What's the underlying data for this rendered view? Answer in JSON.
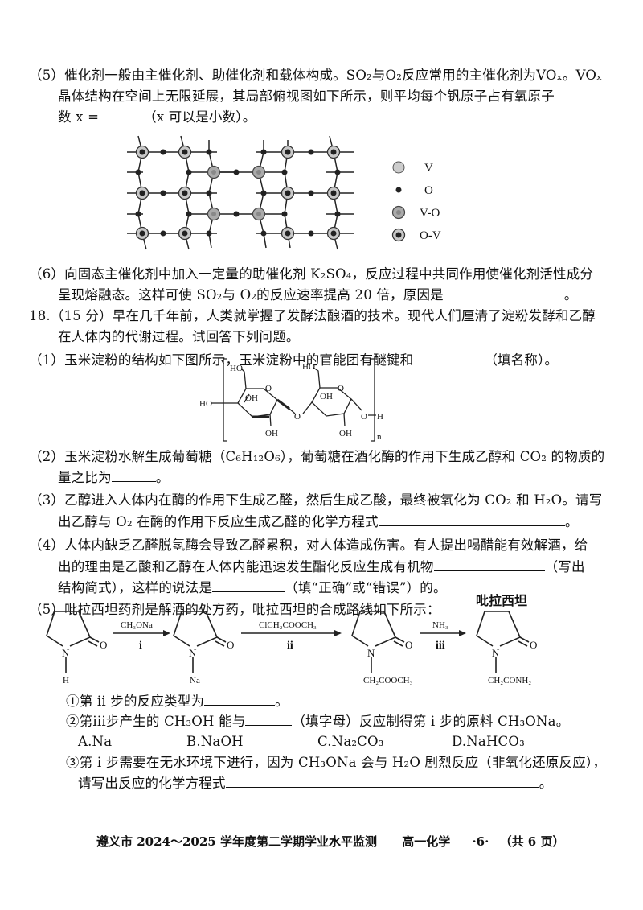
{
  "q17": {
    "p5": {
      "num": "（5）",
      "line1": "催化剂一般由主催化剂、助催化剂和载体构成。SO₂与O₂反应常用的主催化剂为VOₓ。VOₓ",
      "line2": "晶体结构在空间上无限延展，其局部俯视图如下所示，则平均每个钒原子占有氧原子",
      "line3a": "数 x =",
      "line3b": "（x 可以是小数）。"
    },
    "legend": [
      {
        "label": "V",
        "icon": "vanadium-atom"
      },
      {
        "label": "O",
        "icon": "oxygen-atom"
      },
      {
        "label": "V-O",
        "icon": "v-o-overlap"
      },
      {
        "label": "O-V",
        "icon": "o-v-overlap"
      }
    ],
    "p6": {
      "num": "（6）",
      "line1": "向固态主催化剂中加入一定量的助催化剂 K₂SO₄，反应过程中共同作用使催化剂活性成分",
      "line2a": "呈现熔融态。这样可使 SO₂与 O₂的反应速率提高 20 倍，原因是",
      "line2b": "。"
    }
  },
  "q18": {
    "head1": "18.（15 分）早在几千年前，人类就掌握了发酵法酿酒的技术。现代人们厘清了淀粉发酵和乙醇",
    "head2": "在人体内的代谢过程。试回答下列问题。",
    "p1": {
      "num": "（1）",
      "a": "玉米淀粉的结构如下图所示，玉米淀粉中的官能团有醚键和",
      "b": "（填名称）。"
    },
    "starch_labels": {
      "ho1": "HO",
      "ho2": "HO",
      "ho3": "HO",
      "oh1": "OH",
      "oh2": "OH",
      "oh3": "OH",
      "oh4": "OH",
      "o_ring1": "O",
      "o_ring2": "O",
      "o_link": "O",
      "o_end": "O",
      "h_end": "H",
      "n": "n"
    },
    "p2": {
      "num": "（2）",
      "line1": "玉米淀粉水解生成葡萄糖（C₆H₁₂O₆），葡萄糖在酒化酶的作用下生成乙醇和 CO₂ 的物质的",
      "line2a": "量之比为",
      "line2b": "。"
    },
    "p3": {
      "num": "（3）",
      "line1": "乙醇进入人体内在酶的作用下生成乙醛，然后生成乙酸，最终被氧化为 CO₂ 和 H₂O。请写",
      "line2a": "出乙醇与 O₂ 在酶的作用下反应生成乙醛的化学方程式",
      "line2b": "。"
    },
    "p4": {
      "num": "（4）",
      "line1": "人体内缺乏乙醛脱氢酶会导致乙醛累积，对人体造成伤害。有人提出喝醋能有效解酒，给",
      "line2a": "出的理由是乙酸和乙醇在人体内能迅速发生酯化反应生成有机物",
      "line2b": "（写出",
      "line3a": "结构简式），这样的说法是",
      "line3b": "（填“正确”或“错误”）的。"
    },
    "p5": {
      "num": "（5）",
      "line1": "吡拉西坦药剂是解酒的处方药，吡拉西坦的合成路线如下所示："
    },
    "scheme": {
      "product_name": "吡拉西坦",
      "substituents": [
        "H",
        "Na",
        "CH₂COOCH₃",
        "CH₂CONH₂"
      ],
      "n_label": "N",
      "o_label": "O",
      "steps": [
        {
          "reagent": "CH₃ONa",
          "step": "i"
        },
        {
          "reagent": "ClCH₂COOCH₃",
          "step": "ii"
        },
        {
          "reagent": "NH₃",
          "step": "iii"
        }
      ]
    },
    "sub1": {
      "a": "①第 ii 步的反应类型为",
      "b": "。"
    },
    "sub2": {
      "a": "②第iii步产生的 CH₃OH 能与",
      "b": "（填字母）反应制得第 i 步的原料 CH₃ONa。"
    },
    "options": [
      "A.Na",
      "B.NaOH",
      "C.Na₂CO₃",
      "D.NaHCO₃"
    ],
    "sub3": {
      "line1": "③第 i 步需要在无水环境下进行，因为 CH₃ONa 会与 H₂O 剧烈反应（非氧化还原反应），",
      "line2a": "请写出反应的化学方程式",
      "line2b": "。"
    }
  },
  "footer": {
    "exam": "遵义市 2024～2025 学年度第二学期学业水平监测",
    "subject": "高一化学",
    "page": "·6·",
    "total": "（共 6 页）"
  }
}
